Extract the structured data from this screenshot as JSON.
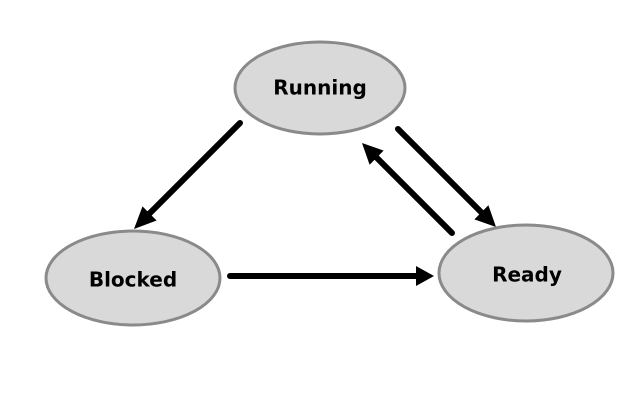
{
  "diagram": {
    "nodes": {
      "running": {
        "label": "Running"
      },
      "blocked": {
        "label": "Blocked"
      },
      "ready": {
        "label": "Ready"
      }
    },
    "edges": [
      {
        "from": "Running",
        "to": "Blocked"
      },
      {
        "from": "Running",
        "to": "Ready"
      },
      {
        "from": "Ready",
        "to": "Running"
      },
      {
        "from": "Blocked",
        "to": "Ready"
      }
    ],
    "colors": {
      "node_fill": "#d9d9d9",
      "node_stroke": "#8a8a8a",
      "arrow": "#000000",
      "text": "#000000",
      "background": "#ffffff"
    }
  }
}
